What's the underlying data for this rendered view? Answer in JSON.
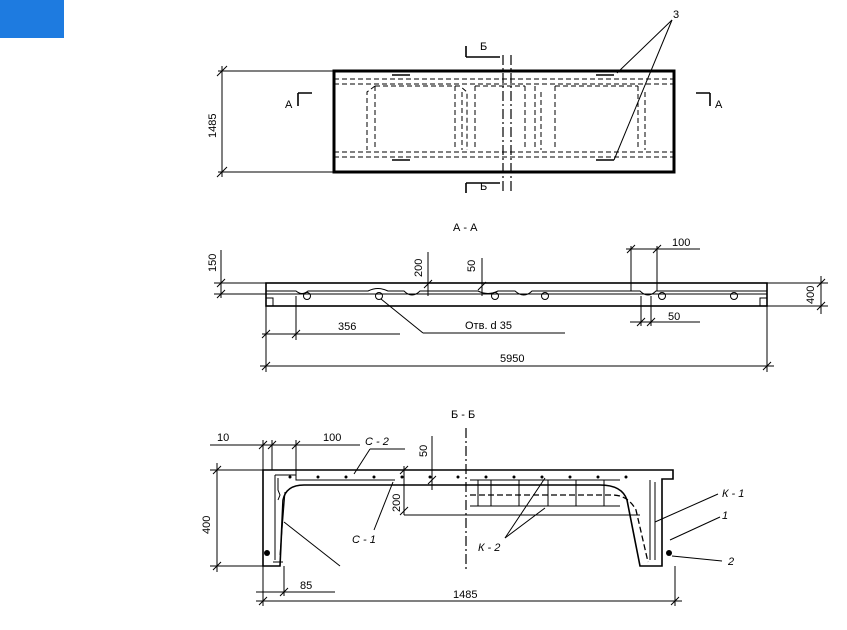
{
  "colors": {
    "corner_tab": "#1e7be0",
    "ink": "#000000",
    "background": "#ffffff"
  },
  "plan": {
    "width_dim": "1485",
    "section_a_left": "А",
    "section_a_right": "А",
    "section_b_top": "Б",
    "section_b_bottom": "Б",
    "callout_3": "3"
  },
  "section_aa": {
    "title": "А - А",
    "dim_150": "150",
    "dim_200": "200",
    "dim_50_top": "50",
    "dim_100": "100",
    "dim_400": "400",
    "dim_356": "356",
    "hole_note": "Отв. d 35",
    "dim_50_bottom": "50",
    "dim_5950": "5950"
  },
  "section_bb": {
    "title": "Б - Б",
    "dim_10": "10",
    "dim_100": "100",
    "label_c2": "С - 2",
    "dim_50": "50",
    "dim_200": "200",
    "dim_400": "400",
    "label_c1": "С - 1",
    "label_k2": "К - 2",
    "label_k1": "К - 1",
    "callout_1": "1",
    "callout_2": "2",
    "dim_85": "85",
    "dim_1485": "1485"
  }
}
